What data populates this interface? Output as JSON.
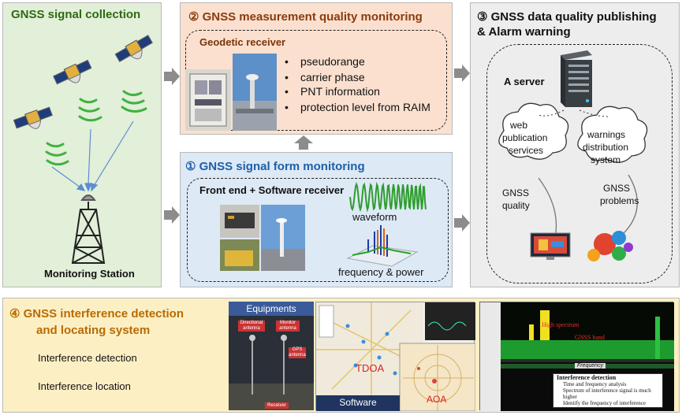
{
  "panel_collection": {
    "title": "GNSS signal collection",
    "station_label": "Monitoring Station"
  },
  "panel_quality": {
    "title": "② GNSS measurement quality  monitoring",
    "receiver_label": "Geodetic receiver",
    "bullets": [
      "pseudorange",
      "carrier phase",
      "PNT information",
      "protection level from RAIM"
    ]
  },
  "panel_form": {
    "title": "① GNSS signal form monitoring",
    "receiver_label": "Front end + Software receiver",
    "waveform_label": "waveform",
    "freq_label": "frequency  & power"
  },
  "panel_publish": {
    "title_line1": "③ GNSS data quality publishing",
    "title_line2": "& Alarm warning",
    "server_label": "A server",
    "cloud_web": [
      "web",
      "publication",
      "services"
    ],
    "cloud_warn": [
      "warnings",
      "distribution",
      "system"
    ],
    "label_quality": [
      "GNSS",
      "quality"
    ],
    "label_problems": [
      "GNSS",
      "problems"
    ]
  },
  "panel_interference": {
    "title_line1": "④   GNSS interference detection",
    "title_line2": "and locating system",
    "item1": "Interference detection",
    "item2": "Interference location",
    "equip_title": "Equipments",
    "equip_labels": [
      "Directional antenna",
      "Monitor antenna",
      "GPS antenna",
      "Receiver"
    ],
    "tdoa": "TDOA",
    "aoa": "AOA",
    "software": "Software",
    "spec_high": "High spectrum",
    "spec_gnss": "GNSS band",
    "spec_axis": "Frequency",
    "detect_title": "Interference detection",
    "detect_items": [
      "Time and frequency analysis",
      "Spectrum of interference signal is much higher",
      "Identify the frequency of interference"
    ]
  },
  "colors": {
    "green_panel": "#e2efd9",
    "orange_panel": "#fbe0cf",
    "blue_panel": "#dde9f5",
    "gray_panel": "#ededed",
    "yellow_panel": "#fdefc4",
    "title_green": "#2e6b12",
    "title_brown": "#8a3b0e",
    "title_blue": "#1f5fa8",
    "title_amber": "#b86b00"
  }
}
